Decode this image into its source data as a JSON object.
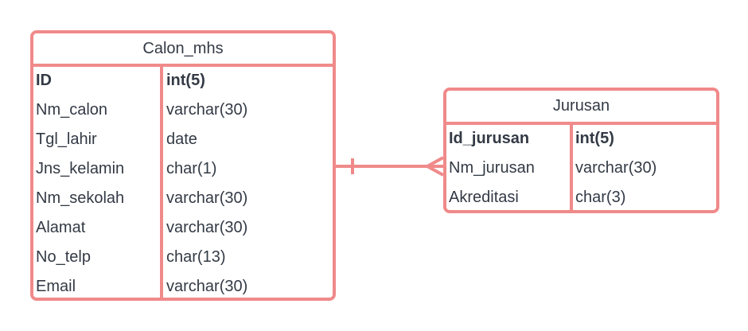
{
  "colors": {
    "border": "#f08a8a",
    "text": "#333a45",
    "connector": "#f08a8a"
  },
  "entities": [
    {
      "title": "Calon_mhs",
      "attributes": [
        {
          "name": "ID",
          "type": "int(5)",
          "pk": true
        },
        {
          "name": "Nm_calon",
          "type": "varchar(30)",
          "pk": false
        },
        {
          "name": "Tgl_lahir",
          "type": "date",
          "pk": false
        },
        {
          "name": "Jns_kelamin",
          "type": "char(1)",
          "pk": false
        },
        {
          "name": "Nm_sekolah",
          "type": "varchar(30)",
          "pk": false
        },
        {
          "name": "Alamat",
          "type": "varchar(30)",
          "pk": false
        },
        {
          "name": "No_telp",
          "type": "char(13)",
          "pk": false
        },
        {
          "name": "Email",
          "type": "varchar(30)",
          "pk": false
        }
      ]
    },
    {
      "title": "Jurusan",
      "attributes": [
        {
          "name": "Id_jurusan",
          "type": "int(5)",
          "pk": true
        },
        {
          "name": "Nm_jurusan",
          "type": "varchar(30)",
          "pk": false
        },
        {
          "name": "Akreditasi",
          "type": "char(3)",
          "pk": false
        }
      ]
    }
  ],
  "relationship": {
    "from_cardinality": "one",
    "to_cardinality": "many"
  }
}
